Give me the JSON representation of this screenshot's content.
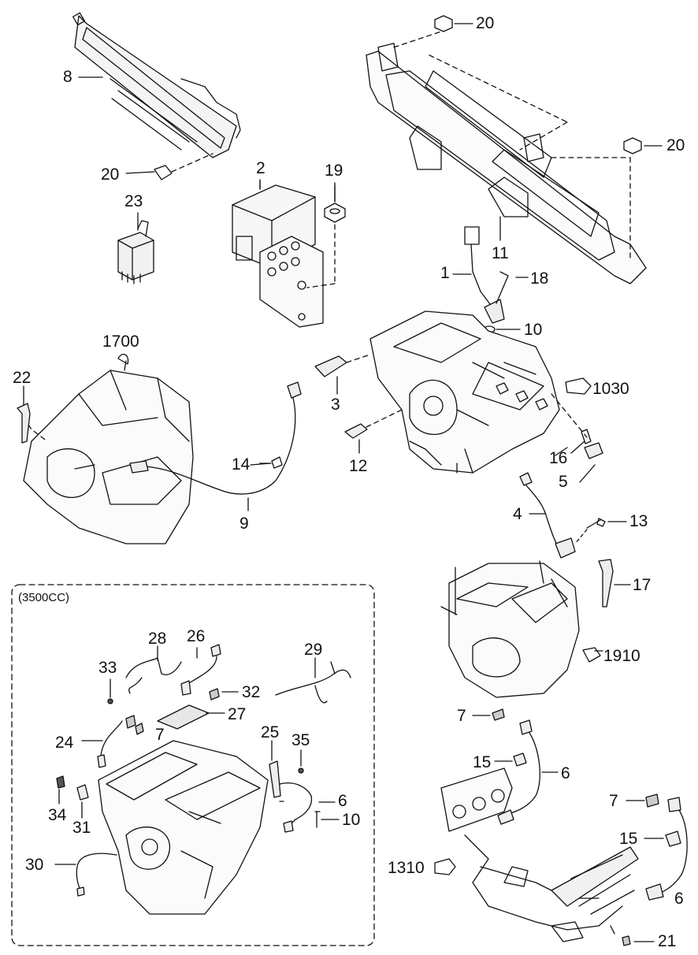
{
  "section": {
    "title": "(3500CC)"
  },
  "callouts": [
    {
      "id": "c20a",
      "text": "20"
    },
    {
      "id": "c8",
      "text": "8"
    },
    {
      "id": "c20b",
      "text": "20"
    },
    {
      "id": "c2",
      "text": "2"
    },
    {
      "id": "c19",
      "text": "19"
    },
    {
      "id": "c23",
      "text": "23"
    },
    {
      "id": "c20c",
      "text": "20"
    },
    {
      "id": "c11",
      "text": "11"
    },
    {
      "id": "c1",
      "text": "1"
    },
    {
      "id": "c18",
      "text": "18"
    },
    {
      "id": "c10a",
      "text": "10"
    },
    {
      "id": "c1700",
      "text": "1700"
    },
    {
      "id": "c22",
      "text": "22"
    },
    {
      "id": "c3",
      "text": "3"
    },
    {
      "id": "c1030",
      "text": "1030"
    },
    {
      "id": "c12",
      "text": "12"
    },
    {
      "id": "c16",
      "text": "16"
    },
    {
      "id": "c5",
      "text": "5"
    },
    {
      "id": "c14",
      "text": "14"
    },
    {
      "id": "c9",
      "text": "9"
    },
    {
      "id": "c4",
      "text": "4"
    },
    {
      "id": "c13",
      "text": "13"
    },
    {
      "id": "c17",
      "text": "17"
    },
    {
      "id": "c1910",
      "text": "1910"
    },
    {
      "id": "c28",
      "text": "28"
    },
    {
      "id": "c26",
      "text": "26"
    },
    {
      "id": "c29",
      "text": "29"
    },
    {
      "id": "c33",
      "text": "33"
    },
    {
      "id": "c32",
      "text": "32"
    },
    {
      "id": "c27",
      "text": "27"
    },
    {
      "id": "c24",
      "text": "24"
    },
    {
      "id": "c7a",
      "text": "7"
    },
    {
      "id": "c25",
      "text": "25"
    },
    {
      "id": "c35",
      "text": "35"
    },
    {
      "id": "c34",
      "text": "34"
    },
    {
      "id": "c31",
      "text": "31"
    },
    {
      "id": "c6a",
      "text": "6"
    },
    {
      "id": "c10b",
      "text": "10"
    },
    {
      "id": "c30",
      "text": "30"
    },
    {
      "id": "c7b",
      "text": "7"
    },
    {
      "id": "c15a",
      "text": "15"
    },
    {
      "id": "c6b",
      "text": "6"
    },
    {
      "id": "c7c",
      "text": "7"
    },
    {
      "id": "c15b",
      "text": "15"
    },
    {
      "id": "c1310",
      "text": "1310"
    },
    {
      "id": "c6c",
      "text": "6"
    },
    {
      "id": "c21",
      "text": "21"
    }
  ],
  "colors": {
    "line": "#111111",
    "shade": "#d9d9d9",
    "background": "#ffffff"
  }
}
